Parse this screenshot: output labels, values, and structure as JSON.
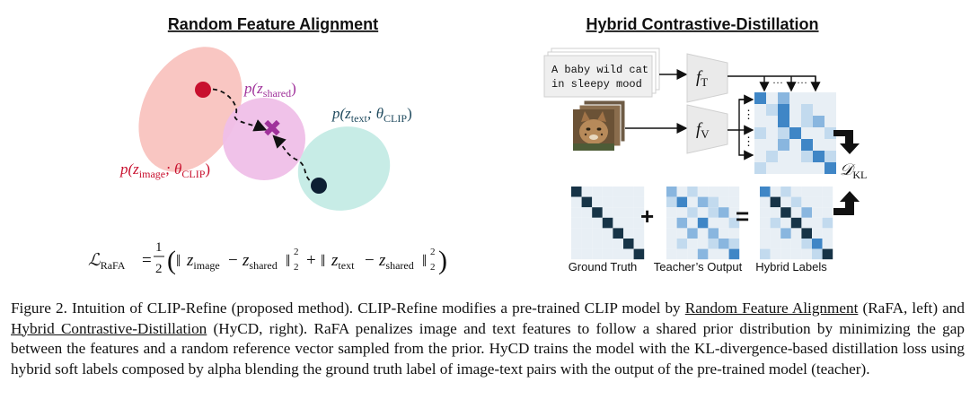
{
  "left_panel": {
    "title": "Random Feature Alignment",
    "label_shared": "p(z",
    "label_shared_sub": "shared",
    "label_shared_end": ")",
    "label_text": "p(z",
    "label_text_sub": "text",
    "label_text_mid": "; θ",
    "label_text_sub2": "CLIP",
    "label_text_end": ")",
    "label_image": "p(z",
    "label_image_sub": "image",
    "label_image_mid": "; θ",
    "label_image_sub2": "CLIP",
    "label_image_end": ")",
    "formula": {
      "lhs": "ℒ",
      "lhs_sub": "RaFA",
      "eq": "=",
      "frac_num": "1",
      "frac_den": "2",
      "z1": "z",
      "z1_sub": "image",
      "minus1": "−",
      "z2": "z",
      "z2_sub": "shared",
      "sup1": "2",
      "sub1": "2",
      "plus": "+",
      "z3": "z",
      "z3_sub": "text",
      "minus2": "−",
      "z4": "z",
      "z4_sub": "shared",
      "sup2": "2",
      "sub2": "2"
    },
    "colors": {
      "image_blob": "#f9c6c2",
      "shared_blob": "#efbfe8",
      "text_blob": "#c7ece6",
      "image_dot": "#c8102e",
      "text_dot": "#0d1f33",
      "shared_x": "#a0329b",
      "image_label": "#c8102e",
      "shared_label": "#a0329b",
      "text_label": "#1f4a5e"
    }
  },
  "right_panel": {
    "title": "Hybrid Contrastive-Distillation",
    "text_input_line1": "A baby wild cat",
    "text_input_line2": "in sleepy mood",
    "encoder_text": "f",
    "encoder_text_sub": "T",
    "encoder_vision": "f",
    "encoder_vision_sub": "V",
    "dots": "···",
    "vdots": "⋮",
    "loss_label": "𝒟",
    "loss_label_sub": "KL",
    "plus_sign": "+",
    "equals_sign": "=",
    "label_ground_truth": "Ground Truth",
    "label_teacher": "Teacher’s Output",
    "label_hybrid": "Hybrid Labels",
    "colors": {
      "dark": "#173447",
      "blue": "#3f86c6",
      "mid_blue": "#89b6df",
      "light_blue": "#c2daee",
      "pale": "#e8eff5"
    }
  },
  "caption": {
    "p1": "Figure 2. Intuition of CLIP-Refine (proposed method). CLIP-Refine modifies a pre-trained CLIP model by ",
    "u1": "Random Feature Alignment",
    "p2": " (RaFA, left) and ",
    "u2": "Hybrid Contrastive-Distillation",
    "p3": " (HyCD, right). RaFA penalizes image and text features to follow a shared prior distribution by minimizing the gap between the features and a random reference vector sampled from the prior. HyCD trains the model with the KL-divergence-based distillation loss using hybrid soft labels composed by alpha blending the ground truth label of image-text pairs with the output of the pre-trained model (teacher)."
  }
}
